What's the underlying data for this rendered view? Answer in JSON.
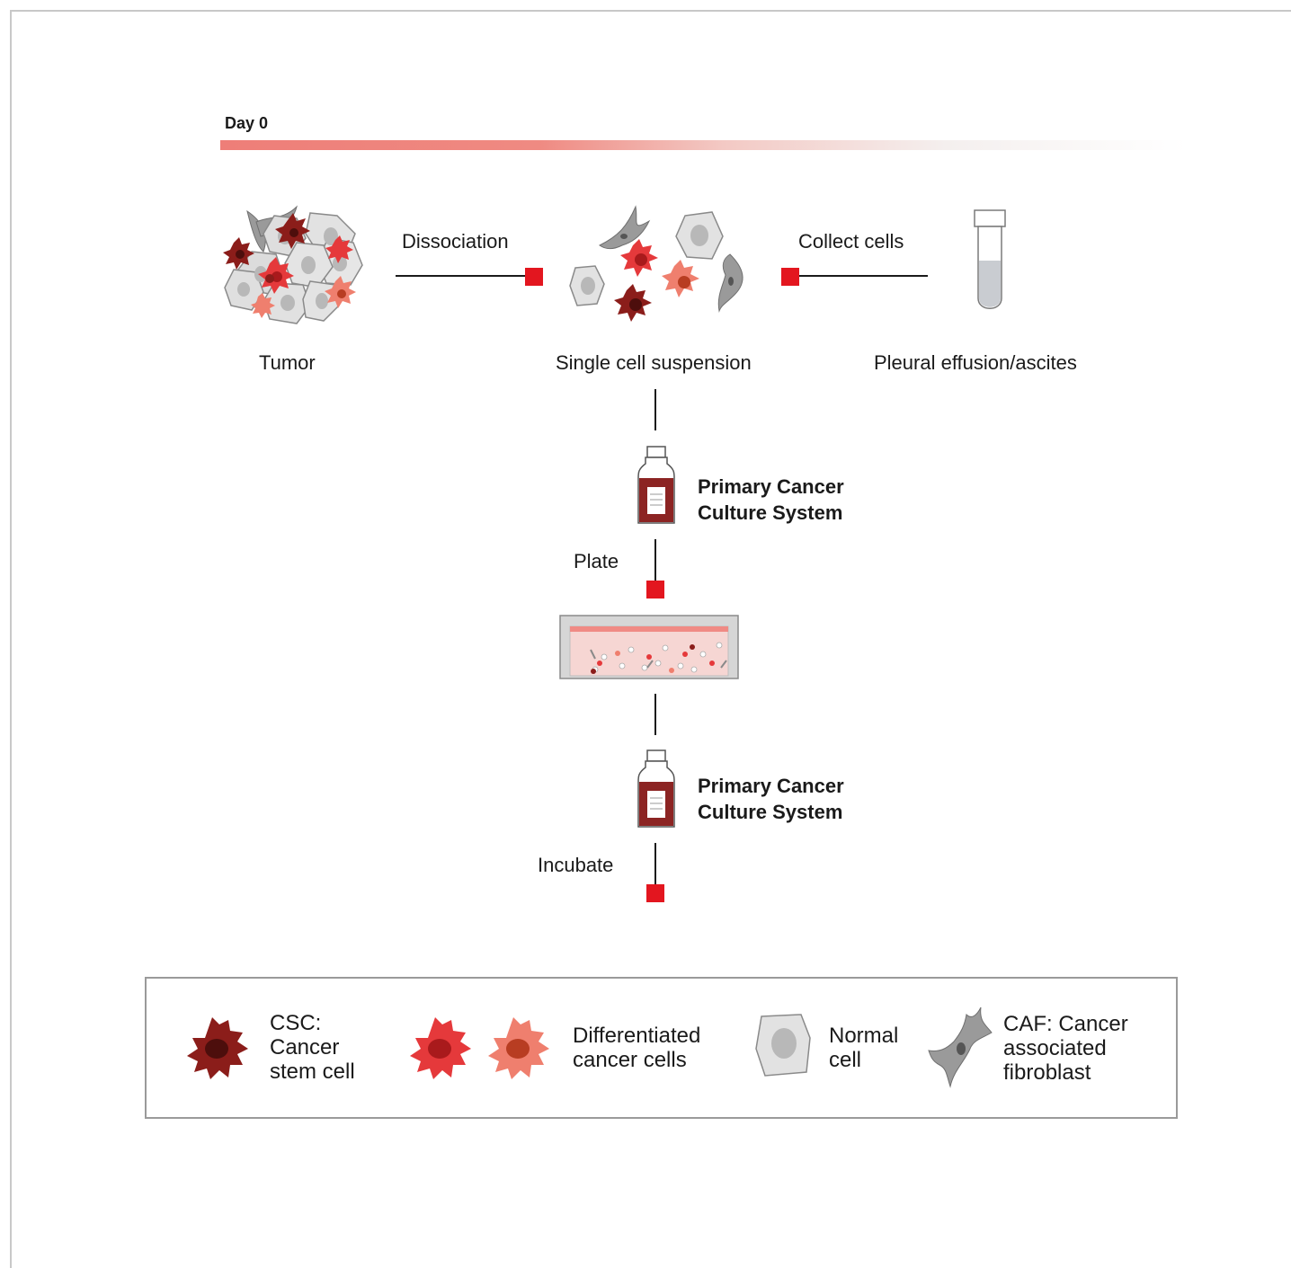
{
  "timeline": {
    "label": "Day 0"
  },
  "steps": {
    "dissociation": "Dissociation",
    "collect": "Collect cells",
    "plate": "Plate",
    "incubate": "Incubate"
  },
  "sources": {
    "tumor": "Tumor",
    "single_cell": "Single cell suspension",
    "effusion": "Pleural effusion/ascites"
  },
  "reagent": {
    "line1": "Primary Cancer",
    "line2": "Culture System"
  },
  "legend": {
    "csc": "CSC:\nCancer\nstem cell",
    "diff": "Differentiated\ncancer cells",
    "normal": "Normal\ncell",
    "caf": "CAF: Cancer\nassociated\nfibroblast"
  },
  "colors": {
    "csc": "#8b1d1a",
    "diff_red": "#e5393b",
    "diff_salmon": "#ef7f6e",
    "normal": "#d9d9d9",
    "caf": "#9a9a9a",
    "marker": "#e3161f",
    "bottle_liquid": "#8c2423"
  }
}
